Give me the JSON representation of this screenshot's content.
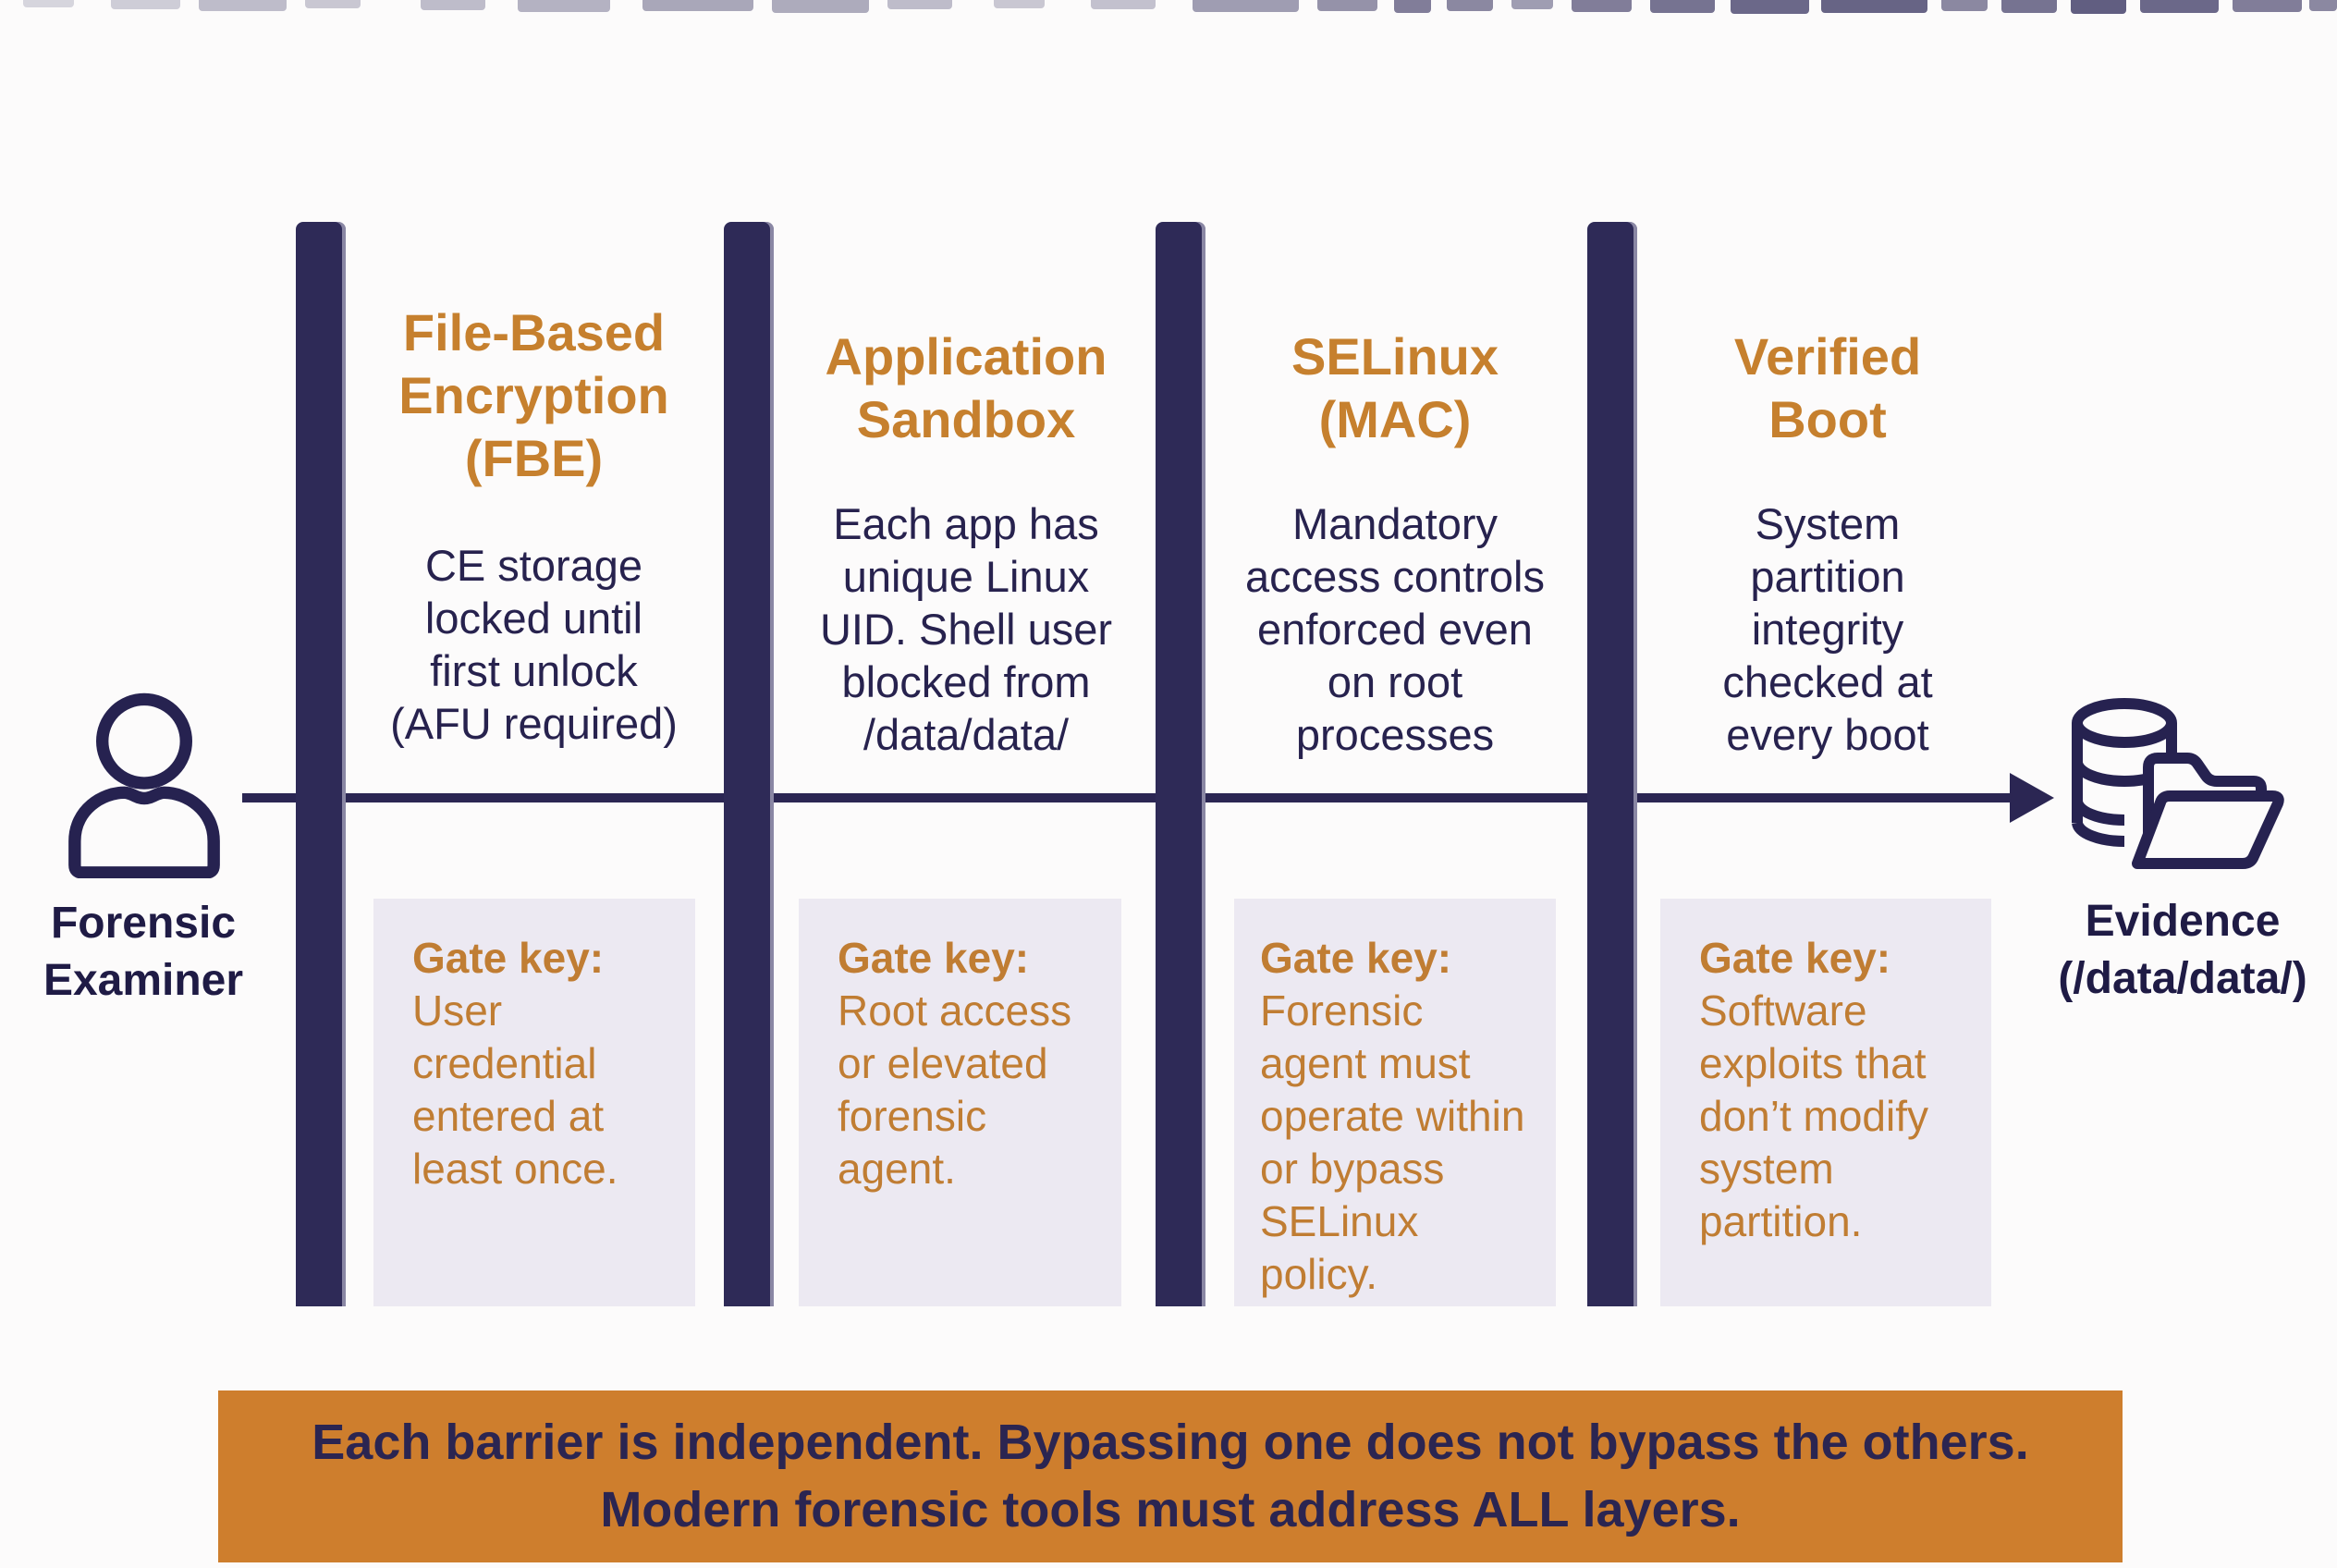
{
  "source": {
    "icon": "person-icon",
    "label_lines": [
      "Forensic",
      "Examiner"
    ]
  },
  "target": {
    "icon": "database-folder-icon",
    "label_lines": [
      "Evidence",
      "(/data/data/)"
    ]
  },
  "barriers": [
    {
      "title_lines": [
        "File-Based",
        "Encryption",
        "(FBE)"
      ],
      "description_lines": [
        "CE storage",
        "locked until",
        "first unlock",
        "(AFU required)"
      ],
      "gate_key_label": "Gate key:",
      "gate_key_lines": [
        "User",
        "credential",
        "entered at",
        "least once."
      ]
    },
    {
      "title_lines": [
        "Application",
        "Sandbox"
      ],
      "description_lines": [
        "Each app has",
        "unique Linux",
        "UID. Shell user",
        "blocked from",
        "/data/data/"
      ],
      "gate_key_label": "Gate key:",
      "gate_key_lines": [
        "Root access",
        "or elevated",
        "forensic",
        "agent."
      ]
    },
    {
      "title_lines": [
        "SELinux",
        "(MAC)"
      ],
      "description_lines": [
        "Mandatory",
        "access controls",
        "enforced even",
        "on root",
        "processes"
      ],
      "gate_key_label": "Gate key:",
      "gate_key_lines": [
        "Forensic",
        "agent must",
        "operate within",
        "or bypass",
        "SELinux",
        "policy."
      ]
    },
    {
      "title_lines": [
        "Verified",
        "Boot"
      ],
      "description_lines": [
        "System",
        "partition",
        "integrity",
        "checked at",
        "every boot"
      ],
      "gate_key_label": "Gate key:",
      "gate_key_lines": [
        "Software",
        "exploits that",
        "don’t modify",
        "system",
        "partition."
      ]
    }
  ],
  "banner": {
    "lines": [
      "Each barrier is independent. Bypassing one does not bypass the others.",
      "Modern forensic tools must address ALL layers."
    ]
  },
  "colors": {
    "bar_navy": "#2e2a57",
    "text_navy": "#27224e",
    "heading_orange": "#c6802e",
    "gate_orange": "#c07d33",
    "gate_box_bg": "#ece9f2",
    "banner_bg": "#ce7e2d"
  }
}
